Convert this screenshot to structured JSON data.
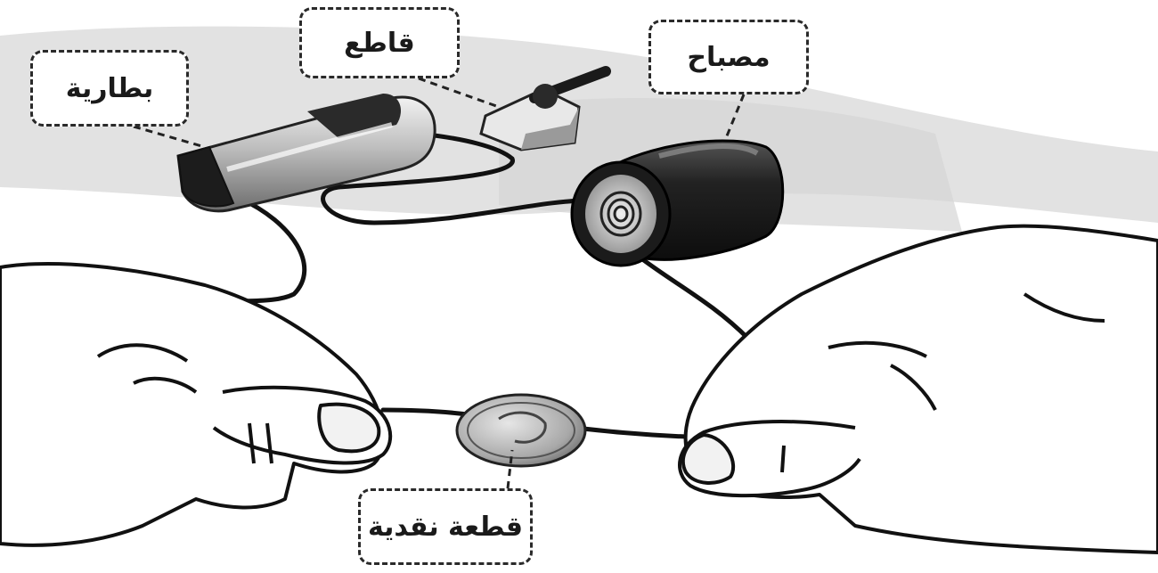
{
  "diagram": {
    "labels": {
      "battery": "بطارية",
      "switch": "قاطع",
      "lamp": "مصباح",
      "coin": "قطعة نقدية"
    }
  },
  "colors": {
    "background": "#ffffff",
    "table_shadow": "#d9d9d9",
    "ink": "#1a1a1a",
    "metal_dark": "#2b2b2b",
    "metal_light": "#cfcfcf"
  }
}
